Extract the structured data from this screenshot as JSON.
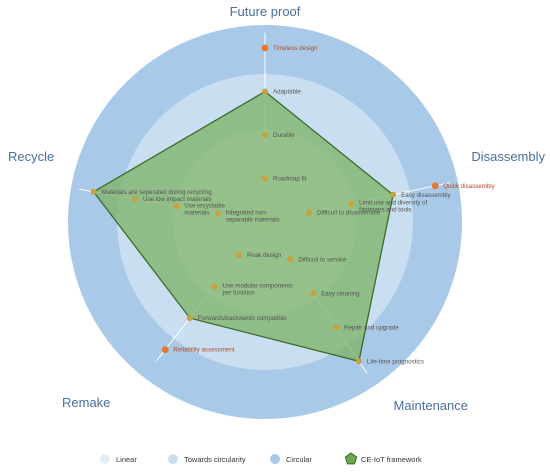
{
  "axes": [
    {
      "key": "future",
      "label": "Future proof"
    },
    {
      "key": "disassembly",
      "label": "Disassembly"
    },
    {
      "key": "maintenance",
      "label": "Maintenance"
    },
    {
      "key": "remake",
      "label": "Remake"
    },
    {
      "key": "recycle",
      "label": "Recycle"
    }
  ],
  "points": [
    {
      "axis": "future",
      "label": "Timeless design",
      "level": 4,
      "tone": "orange"
    },
    {
      "axis": "future",
      "label": "Adaptable",
      "level": 3,
      "tone": "olive"
    },
    {
      "axis": "future",
      "label": "Durable",
      "level": 2,
      "tone": "olive"
    },
    {
      "axis": "future",
      "label": "Roadmap fit",
      "level": 1,
      "tone": "olive"
    },
    {
      "axis": "disassembly",
      "label": "Quick disassembly",
      "level": 4,
      "tone": "orange"
    },
    {
      "axis": "disassembly",
      "label": "Easy disassembly",
      "level": 3,
      "tone": "olive"
    },
    {
      "axis": "disassembly",
      "label": "Limit use and diversity of fasteners and tools",
      "level": 2,
      "tone": "olive"
    },
    {
      "axis": "disassembly",
      "label": "Difficult to disassemble",
      "level": 1,
      "tone": "olive"
    },
    {
      "axis": "maintenance",
      "label": "Life-time prognostics",
      "level": 4,
      "tone": "olive"
    },
    {
      "axis": "maintenance",
      "label": "Repair and upgrade",
      "level": 3,
      "tone": "olive"
    },
    {
      "axis": "maintenance",
      "label": "Easy cleaning",
      "level": 2,
      "tone": "olive"
    },
    {
      "axis": "maintenance",
      "label": "Difficult to service",
      "level": 1,
      "tone": "olive"
    },
    {
      "axis": "remake",
      "label": "Reliability assessment",
      "level": 4,
      "tone": "orange"
    },
    {
      "axis": "remake",
      "label": "Forwards/backwards compatible",
      "level": 3,
      "tone": "olive"
    },
    {
      "axis": "remake",
      "label": "Use modular components per function",
      "level": 2,
      "tone": "olive"
    },
    {
      "axis": "remake",
      "label": "Peak design",
      "level": 1,
      "tone": "olive"
    },
    {
      "axis": "recycle",
      "label": "Materials are seperated during recycling",
      "level": 4,
      "tone": "olive"
    },
    {
      "axis": "recycle",
      "label": "Use low impact materials",
      "level": 3,
      "tone": "olive"
    },
    {
      "axis": "recycle",
      "label": "Use recyclable materials",
      "level": 2,
      "tone": "olive"
    },
    {
      "axis": "recycle",
      "label": "Integrated non-separable materials",
      "level": 1,
      "tone": "olive"
    }
  ],
  "framework_levels": {
    "future": 3,
    "disassembly": 3,
    "maintenance": 4,
    "remake": 3,
    "recycle": 4
  },
  "legend": [
    {
      "label": "Linear",
      "swatch": "circle",
      "color": "#e4eef7"
    },
    {
      "label": "Towards circularity",
      "swatch": "circle",
      "color": "#c9def0"
    },
    {
      "label": "Circular",
      "swatch": "circle",
      "color": "#a9c9e8"
    },
    {
      "label": "CE-IoT framework",
      "swatch": "pentagon",
      "color": "#6aa84f"
    }
  ],
  "colors": {
    "outer_ring": "#a9c9e8",
    "middle_ring": "#c9def0",
    "inner_ring": "#e4eef7",
    "framework_fill": "#7fb36a",
    "framework_stroke": "#3d6b2a",
    "point_orange": "#e8762c",
    "point_olive": "#c8a23c",
    "axis_label": "#4a6fa0"
  }
}
